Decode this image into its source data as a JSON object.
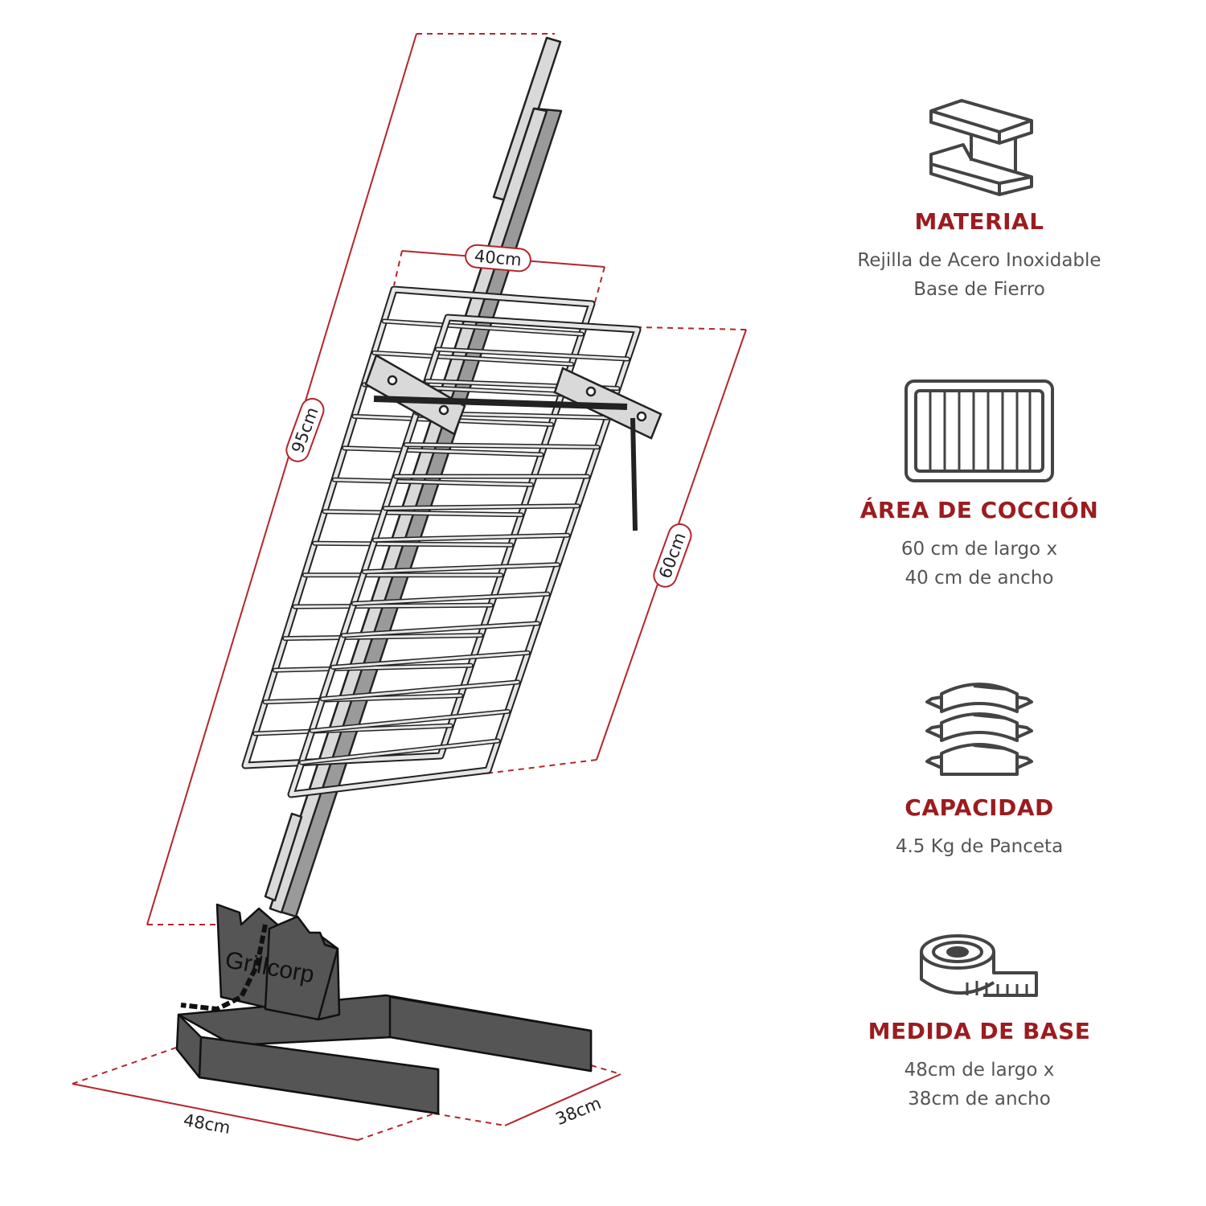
{
  "colors": {
    "accent": "#9b1c1f",
    "dimension_line": "#b3262b",
    "text": "#555555",
    "base": "#555555",
    "steel": "#d9d9d9"
  },
  "dimensions": {
    "height": "95cm",
    "grill_width": "40cm",
    "grill_length": "60cm",
    "base_length": "48cm",
    "base_width": "38cm"
  },
  "logo": "Grillcorp",
  "specs": [
    {
      "icon": "i-beam-icon",
      "title": "MATERIAL",
      "lines": [
        "Rejilla de Acero Inoxidable",
        "Base de Fierro"
      ]
    },
    {
      "icon": "grill-grate-icon",
      "title": "ÁREA DE COCCIÓN",
      "lines": [
        "60 cm de largo x",
        "40 cm de ancho"
      ]
    },
    {
      "icon": "pork-belly-stack-icon",
      "title": "CAPACIDAD",
      "lines": [
        "4.5 Kg de Panceta"
      ]
    },
    {
      "icon": "measuring-tape-icon",
      "title": "MEDIDA DE BASE",
      "lines": [
        "48cm de largo x",
        "38cm de ancho"
      ]
    }
  ]
}
